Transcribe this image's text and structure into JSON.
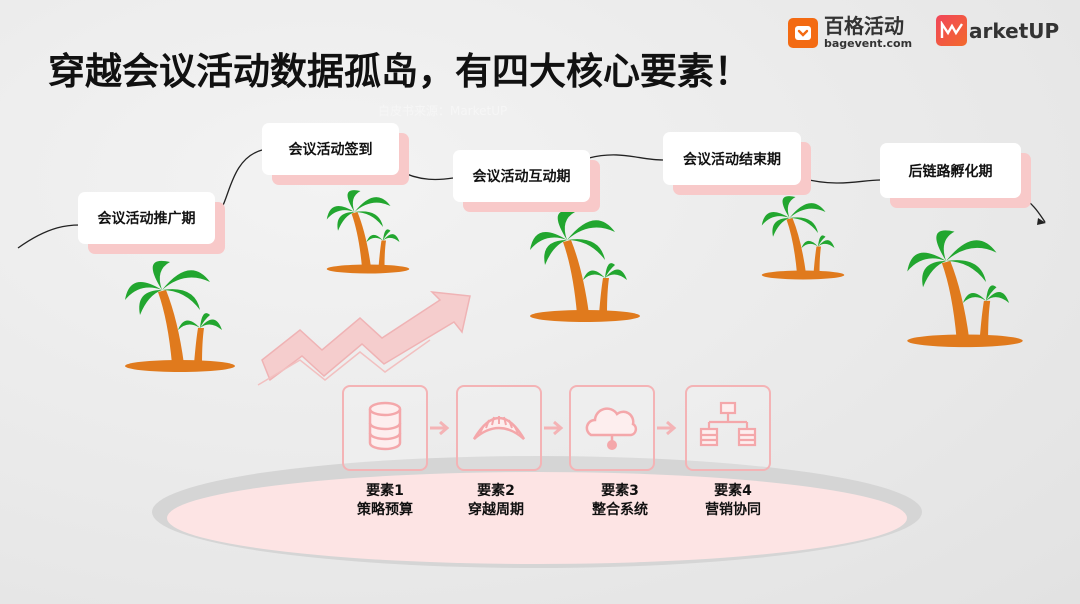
{
  "title": "穿越会议活动数据孤岛，有四大核心要素！",
  "watermark": "白皮书来源：MarketUP",
  "logos": {
    "bagevent_cn": "百格活动",
    "bagevent_en": "bagevent.com",
    "marketup": "arketUP"
  },
  "stages": [
    "会议活动推广期",
    "会议活动签到",
    "会议活动互动期",
    "会议活动结束期",
    "后链路孵化期"
  ],
  "elements": [
    {
      "num": "要素1",
      "name": "策略预算",
      "icon": "database-icon"
    },
    {
      "num": "要素2",
      "name": "穿越周期",
      "icon": "arch-icon"
    },
    {
      "num": "要素3",
      "name": "整合系统",
      "icon": "cloud-icon"
    },
    {
      "num": "要素4",
      "name": "营销协同",
      "icon": "org-chart-icon"
    }
  ],
  "colors": {
    "accent_pink": "#f4b3b5",
    "palm_green": "#22a62f",
    "trunk_orange": "#e07a1d",
    "bagevent_orange": "#f36a12"
  }
}
